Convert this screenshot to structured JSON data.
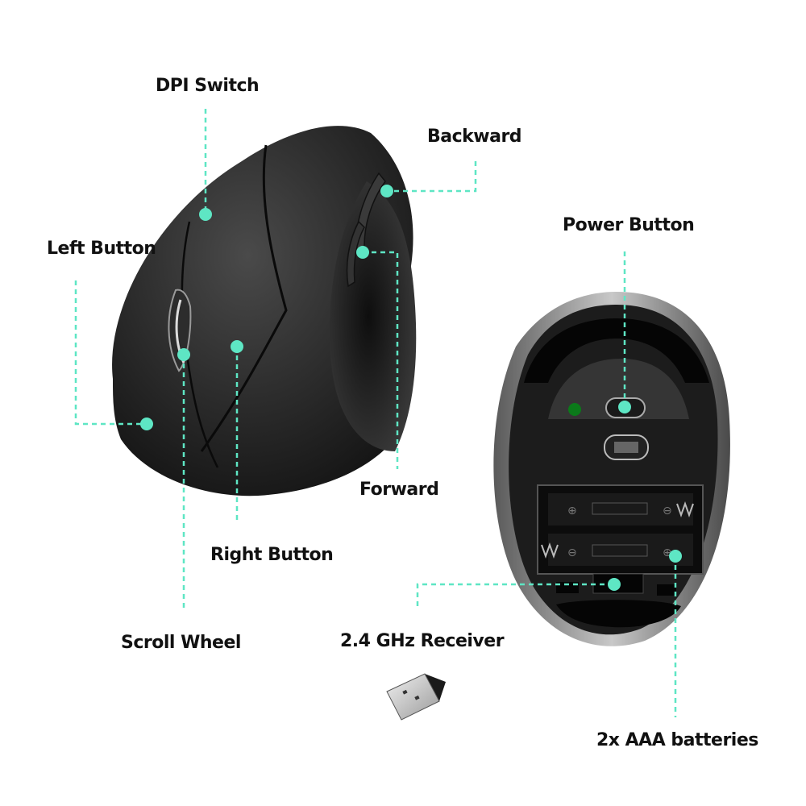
{
  "accent_color": "#5ee6c4",
  "labels": {
    "dpi_switch": "DPI Switch",
    "backward": "Backward",
    "left_button": "Left Button",
    "power_button": "Power Button",
    "forward": "Forward",
    "right_button": "Right Button",
    "scroll_wheel": "Scroll Wheel",
    "receiver": "2.4 GHz Receiver",
    "batteries": "2x AAA batteries"
  },
  "objects": {
    "side_view": "vertical-ergonomic-mouse-side-view",
    "bottom_view": "mouse-bottom-view-with-battery-compartment",
    "usb_receiver": "usb-nano-receiver"
  }
}
